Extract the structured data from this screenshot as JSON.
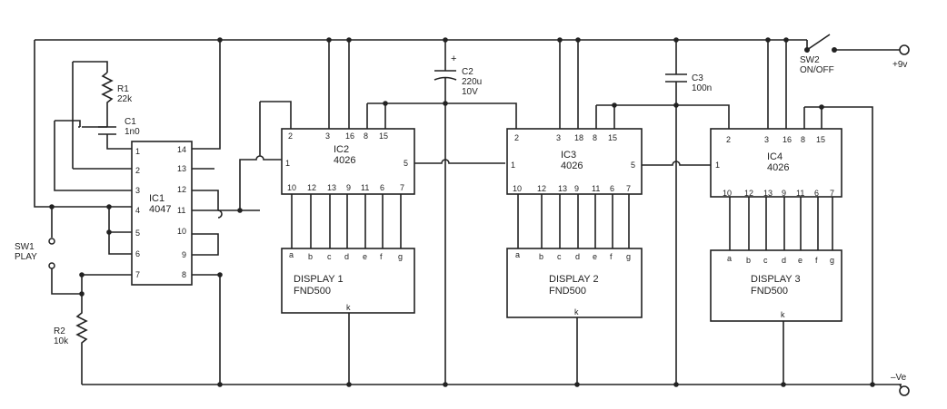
{
  "ic1": {
    "ref": "IC1",
    "part": "4047",
    "pins": [
      "1",
      "2",
      "3",
      "4",
      "5",
      "6",
      "7",
      "14",
      "13",
      "12",
      "11",
      "10",
      "9",
      "8"
    ]
  },
  "ic2": {
    "ref": "IC2",
    "part": "4026"
  },
  "ic3": {
    "ref": "IC3",
    "part": "4026"
  },
  "ic4": {
    "ref": "IC4",
    "part": "4026"
  },
  "counter_pins": {
    "ic2_top": [
      "2",
      "3",
      "16",
      "8",
      "15"
    ],
    "ic34_top": [
      "2",
      "3",
      "18",
      "8",
      "15"
    ],
    "ic4_top": [
      "2",
      "3",
      "16",
      "8",
      "15"
    ],
    "left": "1",
    "right": "5",
    "bottom": [
      "10",
      "12",
      "13",
      "9",
      "11",
      "6",
      "7"
    ]
  },
  "display_segments": [
    "a",
    "b",
    "c",
    "d",
    "e",
    "f",
    "g"
  ],
  "display_common": "k",
  "displays": [
    {
      "name": "DISPLAY 1",
      "part": "FND500"
    },
    {
      "name": "DISPLAY 2",
      "part": "FND500"
    },
    {
      "name": "DISPLAY 3",
      "part": "FND500"
    }
  ],
  "r1": {
    "ref": "R1",
    "value": "22k"
  },
  "r2": {
    "ref": "R2",
    "value": "10k"
  },
  "c1": {
    "ref": "C1",
    "value": "1n0"
  },
  "c2": {
    "ref": "C2",
    "value": "220u",
    "voltage": "10V",
    "polarity": "+"
  },
  "c3": {
    "ref": "C3",
    "value": "100n"
  },
  "sw1": {
    "ref": "SW1",
    "label": "PLAY"
  },
  "sw2": {
    "ref": "SW2",
    "label": "ON/OFF"
  },
  "supply": {
    "positive": "+9v",
    "negative": "–Ve"
  }
}
